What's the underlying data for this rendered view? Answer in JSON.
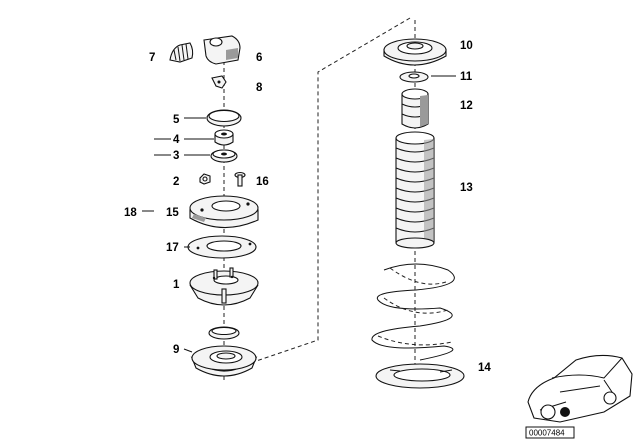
{
  "labels": {
    "p1": "1",
    "p2": "2",
    "p3": "3",
    "p4": "4",
    "p5": "5",
    "p6": "6",
    "p7": "7",
    "p8": "8",
    "p9": "9",
    "p10": "10",
    "p11": "11",
    "p12": "12",
    "p13": "13",
    "p14": "14",
    "p15": "15",
    "p16": "16",
    "p17": "17",
    "p18": "18"
  },
  "reference_code": "00007484"
}
